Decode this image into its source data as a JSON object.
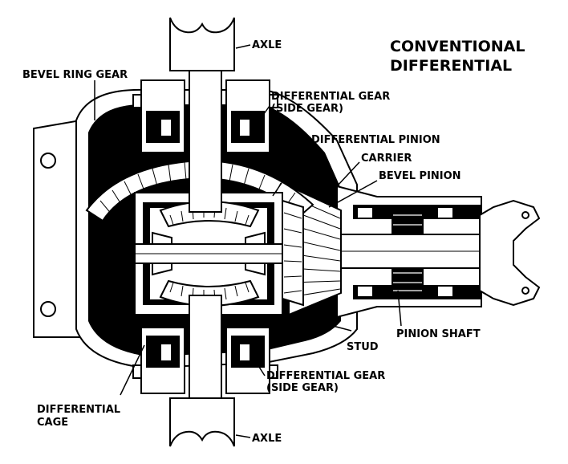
{
  "title": {
    "line1": "CONVENTIONAL",
    "line2": "DIFFERENTIAL"
  },
  "labels": {
    "axle_top": "AXLE",
    "axle_bottom": "AXLE",
    "bevel_ring_gear": "BEVEL RING GEAR",
    "diff_gear_top_1": "DIFFERENTIAL GEAR",
    "diff_gear_top_2": "(SIDE GEAR)",
    "diff_pinion": "DIFFERENTIAL PINION",
    "carrier": "CARRIER",
    "bevel_pinion": "BEVEL PINION",
    "pinion_shaft": "PINION SHAFT",
    "stud": "STUD",
    "diff_gear_bottom_1": "DIFFERENTIAL GEAR",
    "diff_gear_bottom_2": "(SIDE GEAR)",
    "diff_cage_1": "DIFFERENTIAL",
    "diff_cage_2": "CAGE"
  }
}
